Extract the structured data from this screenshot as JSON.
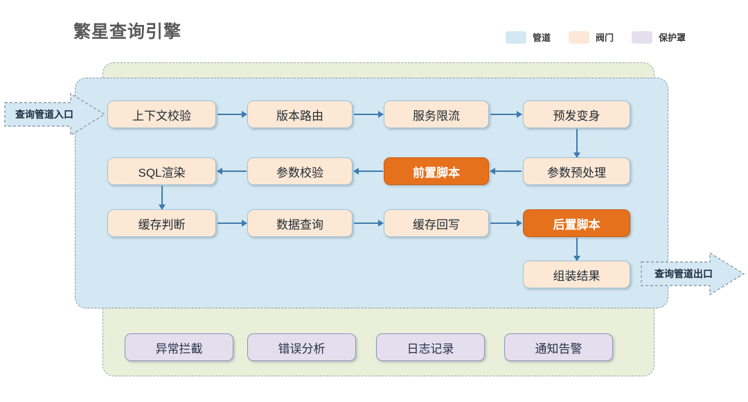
{
  "title": "繁星查询引擎",
  "legend": {
    "items": [
      {
        "label": "管道",
        "color": "#d3e8f2"
      },
      {
        "label": "阀门",
        "color": "#fce8d5"
      },
      {
        "label": "保护罩",
        "color": "#e3dfec"
      }
    ]
  },
  "entry": {
    "label": "查询管道入口"
  },
  "exit": {
    "label": "查询管道出口"
  },
  "pipeline": {
    "row1": [
      {
        "label": "上下文校验",
        "style": "peach"
      },
      {
        "label": "版本路由",
        "style": "peach"
      },
      {
        "label": "服务限流",
        "style": "peach"
      },
      {
        "label": "预发变身",
        "style": "peach"
      }
    ],
    "row2": [
      {
        "label": "SQL渲染",
        "style": "peach"
      },
      {
        "label": "参数校验",
        "style": "peach"
      },
      {
        "label": "前置脚本",
        "style": "orange"
      },
      {
        "label": "参数预处理",
        "style": "peach"
      }
    ],
    "row3": [
      {
        "label": "缓存判断",
        "style": "peach"
      },
      {
        "label": "数据查询",
        "style": "peach"
      },
      {
        "label": "缓存回写",
        "style": "peach"
      },
      {
        "label": "后置脚本",
        "style": "orange"
      }
    ],
    "row4": [
      {
        "label": "组装结果",
        "style": "peach"
      }
    ]
  },
  "guard": {
    "items": [
      {
        "label": "异常拦截"
      },
      {
        "label": "错误分析"
      },
      {
        "label": "日志记录"
      },
      {
        "label": "通知告警"
      }
    ]
  },
  "colors": {
    "pipe_fill": "#d3e8f2",
    "valve_fill": "#fce8d5",
    "guard_fill": "#e3dfec",
    "highlight": "#e5711d",
    "connector": "#3f7ab0",
    "outer_fill": "#eaefda",
    "title_text": "#5a5a5a"
  }
}
